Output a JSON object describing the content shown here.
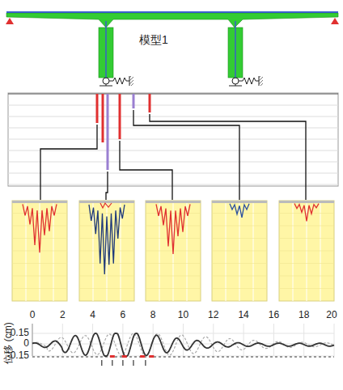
{
  "diagram": {
    "labels": [
      "模型1",
      "0",
      "2",
      "4",
      "6",
      "8",
      "10",
      "12",
      "14",
      "16",
      "18",
      "20",
      "0.15",
      "0",
      "-0.15",
      "位移 (cm)"
    ]
  }
}
